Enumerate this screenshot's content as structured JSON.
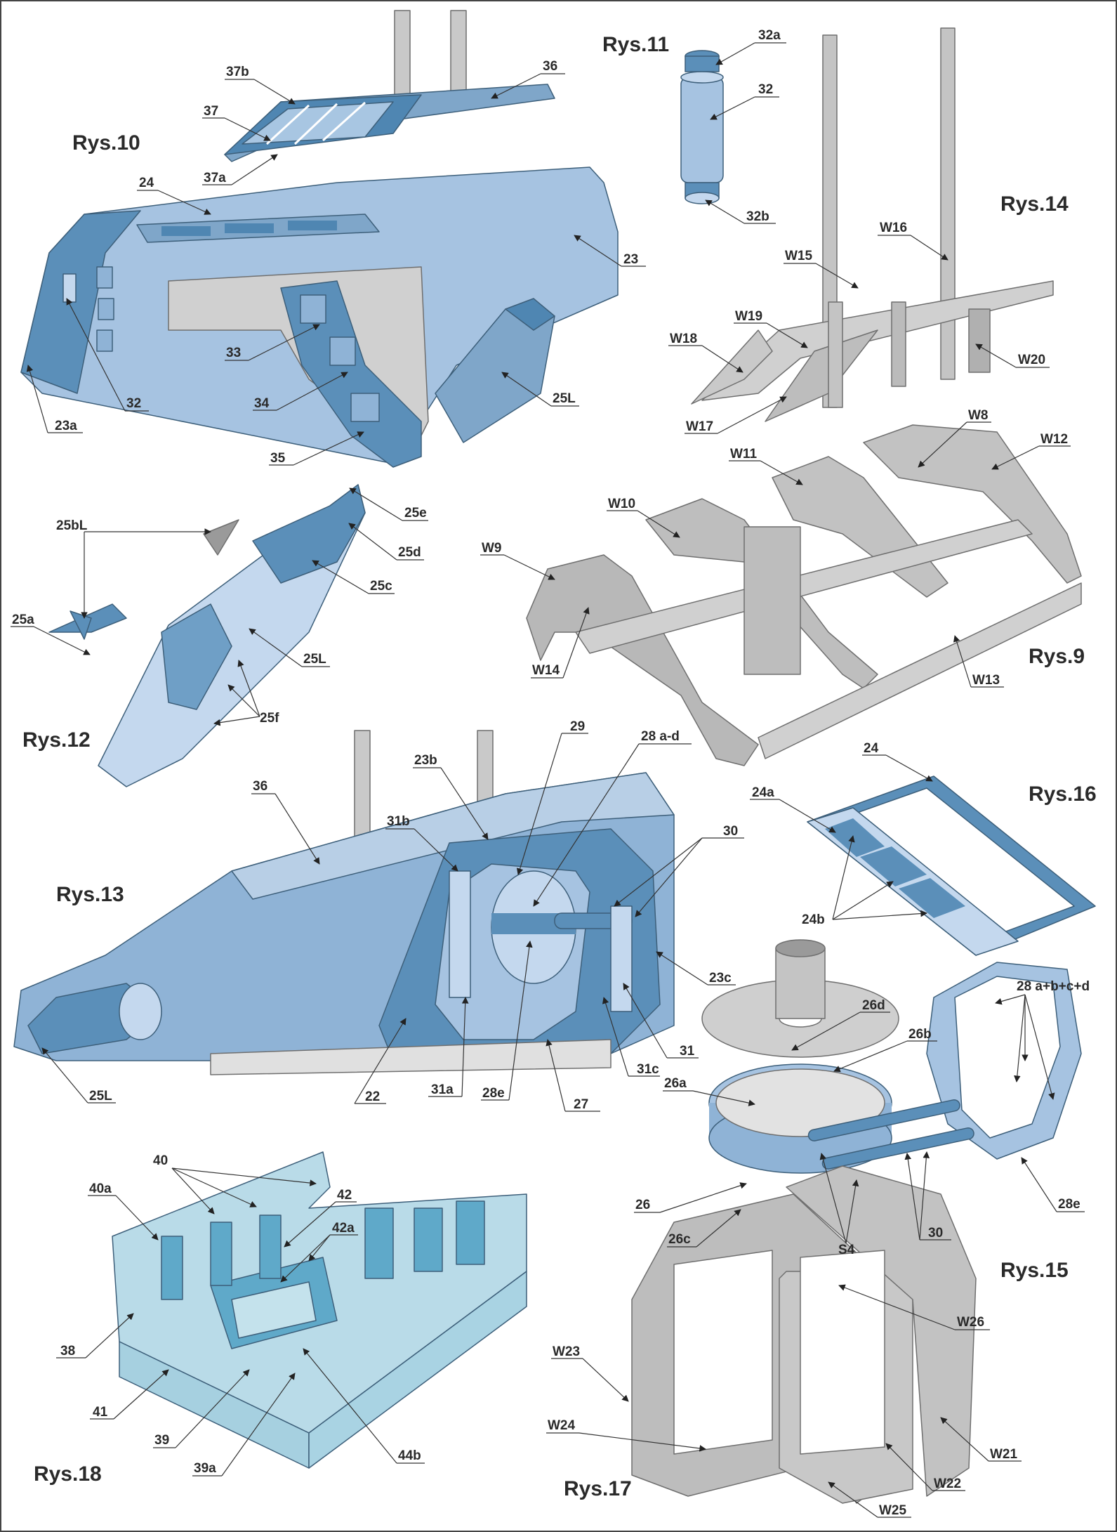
{
  "figures": {
    "rys9": "Rys.9",
    "rys10": "Rys.10",
    "rys11": "Rys.11",
    "rys12": "Rys.12",
    "rys13": "Rys.13",
    "rys14": "Rys.14",
    "rys15": "Rys.15",
    "rys16": "Rys.16",
    "rys17": "Rys.17",
    "rys18": "Rys.18"
  },
  "labels": {
    "l_37b": "37b",
    "l_36a": "36",
    "l_37": "37",
    "l_37a": "37a",
    "l_24a1": "24",
    "l_23": "23",
    "l_33": "33",
    "l_34": "34",
    "l_35": "35",
    "l_32a1": "32",
    "l_23a": "23a",
    "l_25La": "25L",
    "l_32a": "32a",
    "l_32": "32",
    "l_32b": "32b",
    "l_W15": "W15",
    "l_W16": "W16",
    "l_W19": "W19",
    "l_W18": "W18",
    "l_W20": "W20",
    "l_W17": "W17",
    "l_25bL": "25bL",
    "l_25e": "25e",
    "l_25d": "25d",
    "l_25c": "25c",
    "l_25a": "25a",
    "l_25Lb": "25L",
    "l_25f": "25f",
    "l_W8": "W8",
    "l_W12": "W12",
    "l_W11": "W11",
    "l_W10": "W10",
    "l_W9": "W9",
    "l_W14": "W14",
    "l_W13": "W13",
    "l_29": "29",
    "l_28ad": "28 a-d",
    "l_23b": "23b",
    "l_31b": "31b",
    "l_36b": "36",
    "l_30a": "30",
    "l_23c": "23c",
    "l_31": "31",
    "l_31c": "31c",
    "l_27": "27",
    "l_28e": "28e",
    "l_31a": "31a",
    "l_22": "22",
    "l_25Lc": "25L",
    "l_24b1": "24",
    "l_24a": "24a",
    "l_24b": "24b",
    "l_26d": "26d",
    "l_26b": "26b",
    "l_28abcd": "28 a+b+c+d",
    "l_26a": "26a",
    "l_26": "26",
    "l_26c": "26c",
    "l_S4": "S4",
    "l_30b": "30",
    "l_28e2": "28e",
    "l_40": "40",
    "l_40a": "40a",
    "l_42": "42",
    "l_42a": "42a",
    "l_38": "38",
    "l_41": "41",
    "l_39": "39",
    "l_39a": "39a",
    "l_44b": "44b",
    "l_W23": "W23",
    "l_W26": "W26",
    "l_W24": "W24",
    "l_W21": "W21",
    "l_W22": "W22",
    "l_W25": "W25"
  },
  "colors": {
    "blue_dark": "#5b8fb9",
    "blue_mid": "#8fb3d6",
    "blue_light": "#c4d8ee",
    "gray_part": "#b4b4b4",
    "gray_light": "#d2d2d2",
    "teal_cabin": "#5fa9c9",
    "teal_light": "#a9d3e3"
  }
}
